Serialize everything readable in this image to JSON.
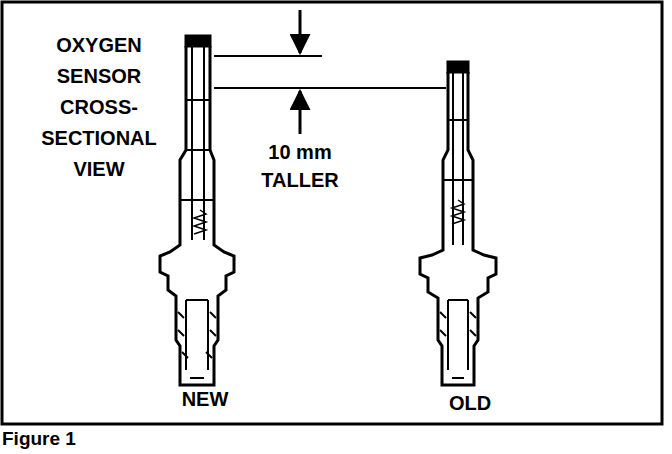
{
  "diagram": {
    "caption": "Figure 1",
    "labels": [
      "OXYGEN SENSOR CROSS-SECTIONAL VIEW",
      "10 mm TALLER",
      "NEW",
      "OLD"
    ]
  }
}
